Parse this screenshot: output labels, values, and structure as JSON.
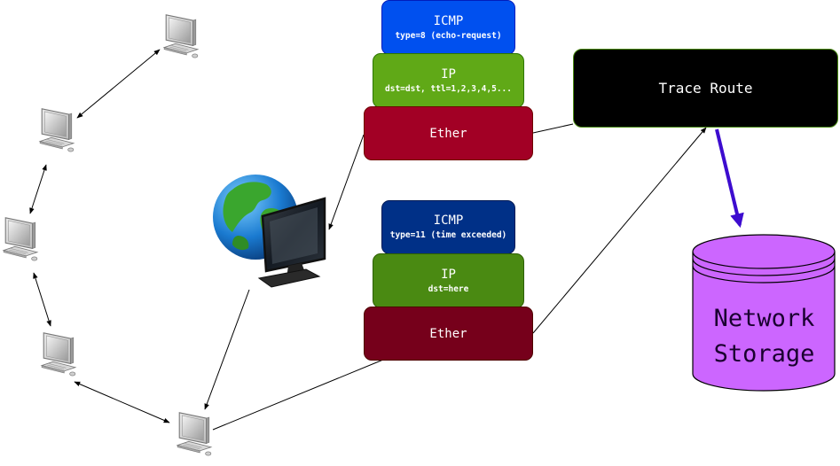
{
  "packet_out": {
    "icmp": {
      "title": "ICMP",
      "sub": "type=8 (echo-request)"
    },
    "ip": {
      "title": "IP",
      "sub": "dst=dst, ttl=1,2,3,4,5..."
    },
    "ether": {
      "title": "Ether"
    }
  },
  "packet_in": {
    "icmp": {
      "title": "ICMP",
      "sub": "type=11 (time exceeded)"
    },
    "ip": {
      "title": "IP",
      "sub": "dst=here"
    },
    "ether": {
      "title": "Ether"
    }
  },
  "trace_route": {
    "label": "Trace Route"
  },
  "storage": {
    "label_line1": "Network",
    "label_line2": "Storage",
    "color": "#cc66ff"
  },
  "colors": {
    "icmp_out": "#0050ef",
    "ip_out": "#60a917",
    "ether_out": "#a20025",
    "icmp_in": "#003087",
    "ip_in": "#4a8a12",
    "ether_in": "#76001b",
    "storage_arrow": "#3d0ccf"
  },
  "icons": {
    "computers": [
      "computer-icon",
      "computer-icon",
      "computer-icon",
      "computer-icon",
      "computer-icon"
    ],
    "internet": "globe-with-monitor-icon",
    "storage": "database-cylinder-icon"
  }
}
